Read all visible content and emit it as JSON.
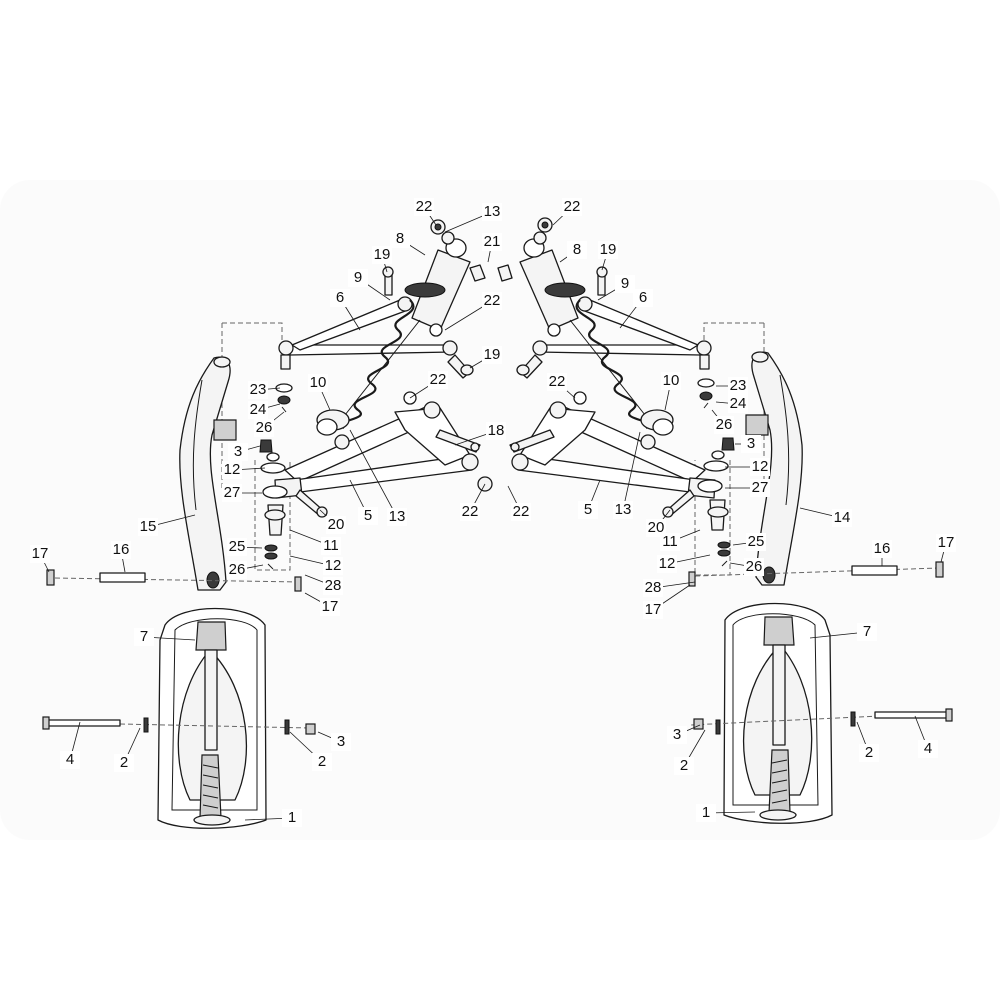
{
  "diagram": {
    "type": "exploded-parts-diagram",
    "callouts": [
      "22",
      "13",
      "22",
      "8",
      "21",
      "8",
      "19",
      "19",
      "9",
      "9",
      "6",
      "22",
      "6",
      "19",
      "10",
      "22",
      "22",
      "10",
      "23",
      "23",
      "24",
      "24",
      "26",
      "26",
      "18",
      "3",
      "3",
      "12",
      "12",
      "27",
      "27",
      "15",
      "20",
      "5",
      "13",
      "5",
      "13",
      "20",
      "14",
      "11",
      "11",
      "22",
      "22",
      "25",
      "25",
      "12",
      "12",
      "26",
      "26",
      "28",
      "28",
      "17",
      "16",
      "16",
      "17",
      "17",
      "17",
      "7",
      "7",
      "4",
      "2",
      "2",
      "3",
      "3",
      "2",
      "2",
      "4",
      "1",
      "1"
    ]
  }
}
